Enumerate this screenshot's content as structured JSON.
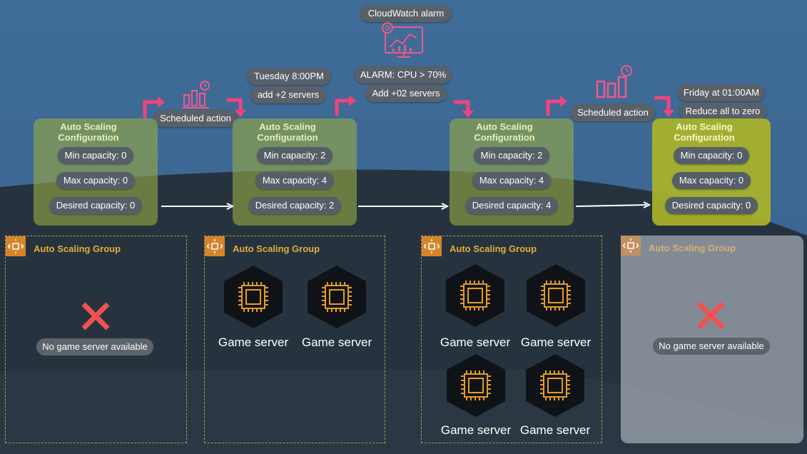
{
  "alarm": {
    "title": "CloudWatch alarm",
    "condition": "ALARM: CPU > 70%",
    "action": "Add +02 servers"
  },
  "scheduled_actions": [
    {
      "label": "Scheduled action"
    },
    {
      "label": "Scheduled action",
      "when": "Friday at 01:00AM",
      "what": "Reduce all to zero"
    }
  ],
  "schedule_1": {
    "when": "Tuesday 8:00PM",
    "what": "add +2 servers"
  },
  "configs": [
    {
      "title_line1": "Auto Scaling",
      "title_line2": "Configuration",
      "min": "Min capacity: 0",
      "max": "Max capacity: 0",
      "desired": "Desired capacity: 0"
    },
    {
      "title_line1": "Auto Scaling",
      "title_line2": "Configuration",
      "min": "Min capacity: 2",
      "max": "Max capacity: 4",
      "desired": "Desired capacity: 2"
    },
    {
      "title_line1": "Auto Scaling",
      "title_line2": "Configuration",
      "min": "Min capacity: 2",
      "max": "Max capacity: 4",
      "desired": "Desired capacity: 4"
    },
    {
      "title_line1": "Auto Scaling",
      "title_line2": "Configuration",
      "min": "Min capacity: 0",
      "max": "Max capacity: 0",
      "desired": "Desired capacity: 0"
    }
  ],
  "groups": [
    {
      "title": "Auto Scaling Group",
      "empty_label": "No game server available"
    },
    {
      "title": "Auto Scaling Group",
      "servers": [
        "Game server",
        "Game server"
      ]
    },
    {
      "title": "Auto Scaling Group",
      "servers": [
        "Game server",
        "Game server",
        "Game server",
        "Game server"
      ]
    },
    {
      "title": "Auto Scaling Group",
      "empty_label": "No game server available"
    }
  ],
  "colors": {
    "accent_pink": "#f0457c",
    "config_green": "#96aa46",
    "group_border": "#b59a3c",
    "chip_orange": "#e89a22",
    "x_red": "#f05252"
  }
}
